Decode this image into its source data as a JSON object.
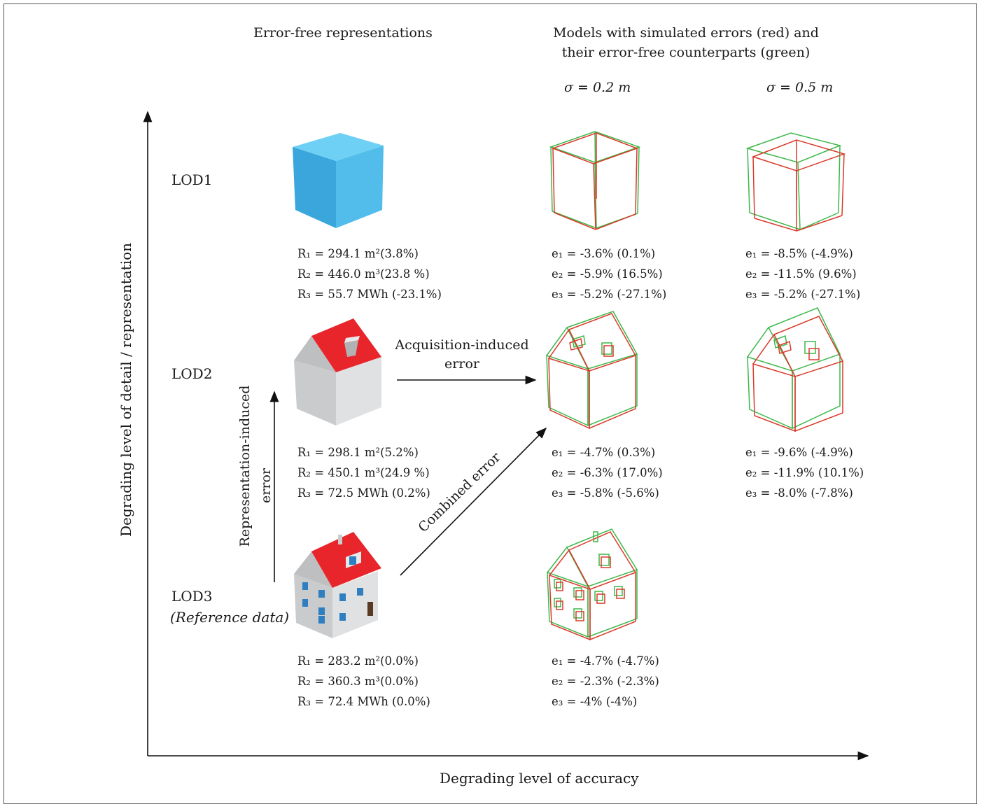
{
  "headers": {
    "error_free": "Error-free representations",
    "simulated_line1": "Models with simulated errors (red) and",
    "simulated_line2": "their error-free counterparts (green)",
    "sigma_02": "σ = 0.2 m",
    "sigma_05": "σ = 0.5 m"
  },
  "lod_labels": {
    "lod1": "LOD1",
    "lod2": "LOD2",
    "lod3": "LOD3",
    "lod3_note": "(Reference data)"
  },
  "axes": {
    "y_label": "Degrading level of detail / representation",
    "x_label": "Degrading level of accuracy"
  },
  "arrows": {
    "acquisition_line1": "Acquisition-induced",
    "acquisition_line2": "error",
    "combined": "Combined error",
    "representation_line1": "Representation-induced",
    "representation_line2": "error"
  },
  "stats": {
    "lod1_ref": [
      "R₁ = 294.1 m²(3.8%)",
      "R₂ = 446.0 m³(23.8 %)",
      "R₃ = 55.7 MWh (-23.1%)"
    ],
    "lod1_s02": [
      "e₁ = -3.6% (0.1%)",
      "e₂ = -5.9% (16.5%)",
      "e₃ = -5.2% (-27.1%)"
    ],
    "lod1_s05": [
      "e₁ = -8.5% (-4.9%)",
      "e₂ = -11.5% (9.6%)",
      "e₃ = -5.2% (-27.1%)"
    ],
    "lod2_ref": [
      "R₁ = 298.1 m²(5.2%)",
      "R₂ = 450.1 m³(24.9 %)",
      "R₃ = 72.5 MWh (0.2%)"
    ],
    "lod2_s02": [
      "e₁ = -4.7% (0.3%)",
      "e₂ = -6.3% (17.0%)",
      "e₃ = -5.8% (-5.6%)"
    ],
    "lod2_s05": [
      "e₁ = -9.6% (-4.9%)",
      "e₂ = -11.9% (10.1%)",
      "e₃ = -8.0% (-7.8%)"
    ],
    "lod3_ref": [
      "R₁ = 283.2 m²(0.0%)",
      "R₂ = 360.3 m³(0.0%)",
      "R₃ = 72.4 MWh (0.0%)"
    ],
    "lod3_s02": [
      "e₁ = -4.7% (-4.7%)",
      "e₂ = -2.3% (-2.3%)",
      "e₃ = -4% (-4%)"
    ]
  },
  "colors": {
    "cube_blue": "#4db8e8",
    "roof_red": "#e8252a",
    "wall_gray": "#d6d8da",
    "error_red": "#d93a2a",
    "truth_green": "#3db84a",
    "window_blue": "#2f7fc0"
  }
}
